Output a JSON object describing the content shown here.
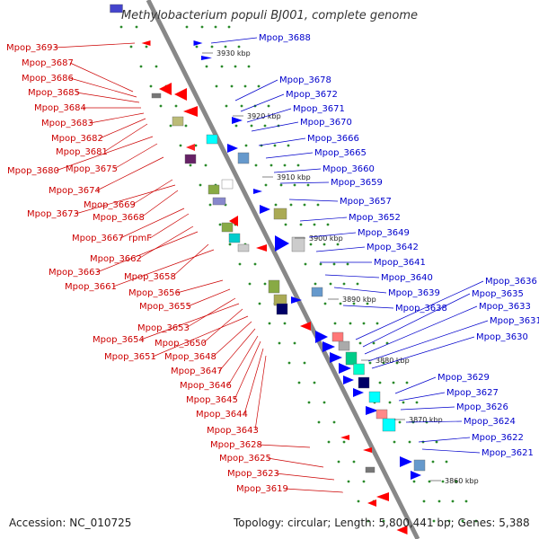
{
  "title": "Methylobacterium populi BJ001, complete genome",
  "accession": "Accession: NC_010725",
  "topology": "Topology: circular; Length: 5,800,441 bp; Genes: 5,388",
  "colors": {
    "left_labels": "#cc0000",
    "right_labels": "#0000cc",
    "backbone": "#888888",
    "forward": "#ff0000",
    "reverse": "#0000ff",
    "tick_dots": "#2a8a2a"
  },
  "scale_ticks": [
    "3930 kbp",
    "3920 kbp",
    "3910 kbp",
    "3900 kbp",
    "3890 kbp",
    "3880 kbp",
    "3870 kbp",
    "3860 kbp"
  ],
  "left_labels": [
    "Mpop_3693",
    "Mpop_3687",
    "Mpop_3686",
    "Mpop_3685",
    "Mpop_3684",
    "Mpop_3683",
    "Mpop_3682",
    "Mpop_3681",
    "Mpop_3680",
    "Mpop_3675",
    "Mpop_3674",
    "Mpop_3669",
    "Mpop_3673",
    "Mpop_3668",
    "Mpop_3667",
    "rpmF",
    "Mpop_3662",
    "Mpop_3663",
    "Mpop_3658",
    "Mpop_3661",
    "Mpop_3656",
    "Mpop_3655",
    "Mpop_3653",
    "Mpop_3654",
    "Mpop_3650",
    "Mpop_3651",
    "Mpop_3648",
    "Mpop_3647",
    "Mpop_3646",
    "Mpop_3645",
    "Mpop_3644",
    "Mpop_3643",
    "Mpop_3628",
    "Mpop_3625",
    "Mpop_3623",
    "Mpop_3619"
  ],
  "right_labels": [
    "Mpop_3688",
    "Mpop_3678",
    "Mpop_3672",
    "Mpop_3671",
    "Mpop_3670",
    "Mpop_3666",
    "Mpop_3665",
    "Mpop_3660",
    "Mpop_3659",
    "Mpop_3657",
    "Mpop_3652",
    "Mpop_3649",
    "Mpop_3642",
    "Mpop_3641",
    "Mpop_3640",
    "Mpop_3639",
    "Mpop_3638",
    "Mpop_3636",
    "Mpop_3635",
    "Mpop_3633",
    "Mpop_3631",
    "Mpop_3630",
    "Mpop_3629",
    "Mpop_3627",
    "Mpop_3626",
    "Mpop_3624",
    "Mpop_3622",
    "Mpop_3621"
  ]
}
